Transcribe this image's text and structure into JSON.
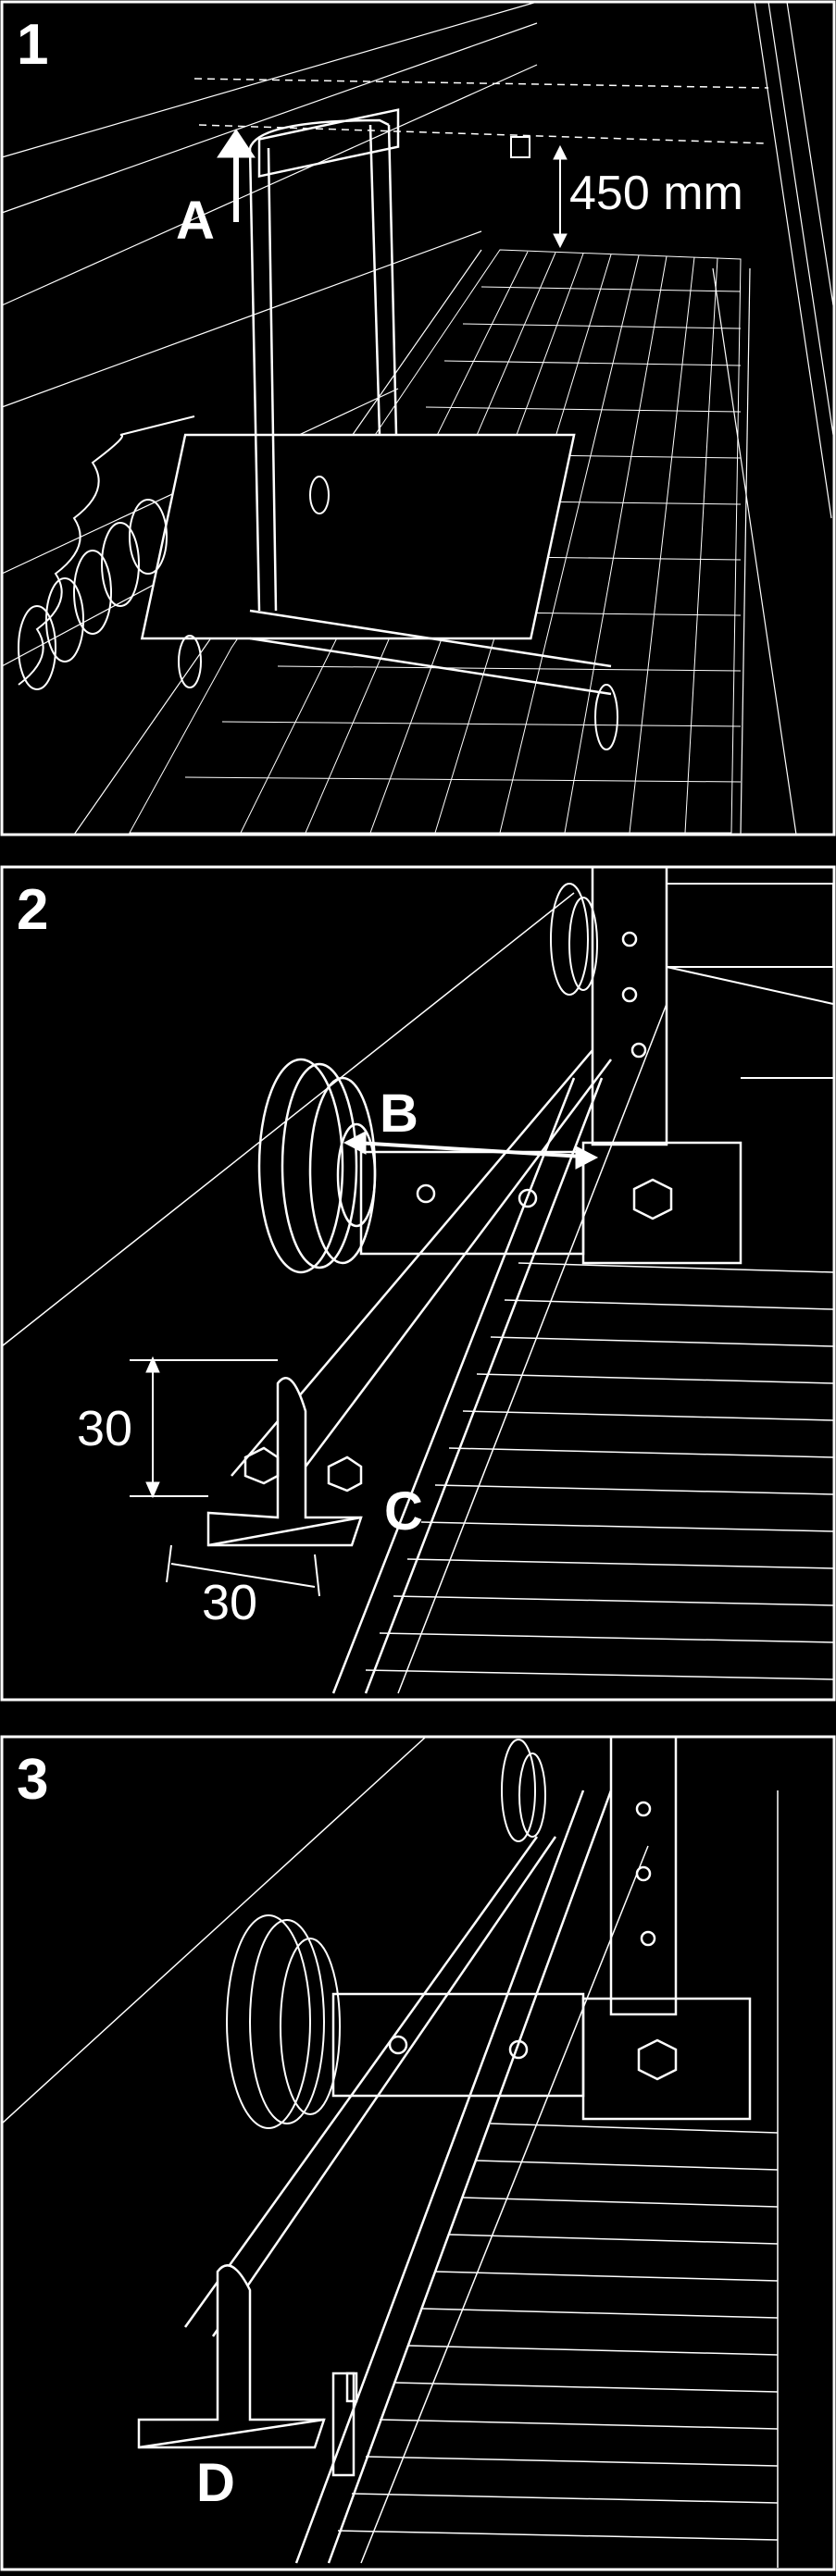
{
  "panels": [
    {
      "number": "1",
      "labels": {
        "arrow": "A",
        "height": "450 mm"
      }
    },
    {
      "number": "2",
      "labels": {
        "arrow": "B",
        "profile": "C",
        "dim_vertical": "30",
        "dim_horizontal": "30"
      }
    },
    {
      "number": "3",
      "labels": {
        "profile": "D"
      }
    }
  ],
  "colors": {
    "line": "#ffffff",
    "background": "#000000"
  }
}
